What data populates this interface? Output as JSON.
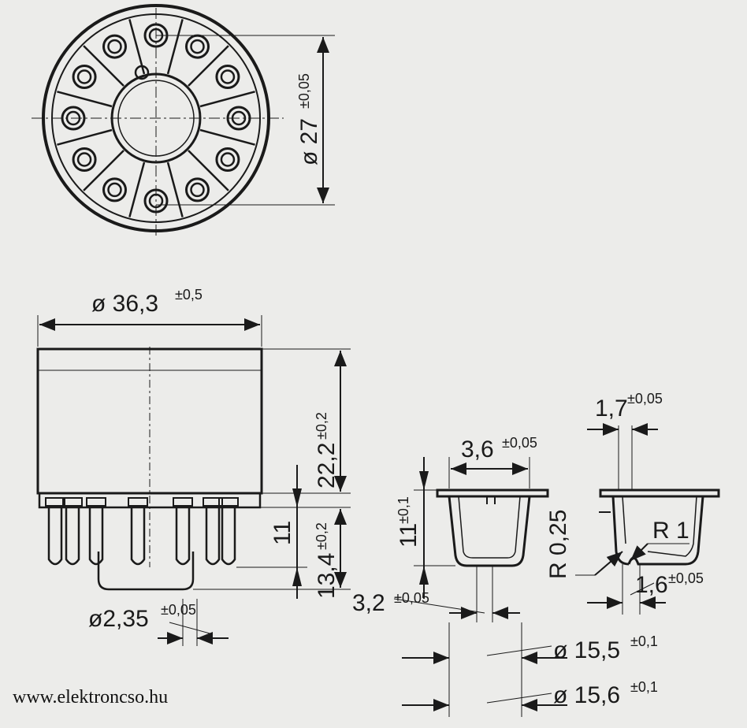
{
  "dimensions": {
    "top_view_diameter": {
      "main": "ø 27",
      "tol": "±0,05"
    },
    "body_diameter": {
      "main": "ø 36,3",
      "tol": "±0,5"
    },
    "body_height": {
      "main": "22,2",
      "tol": "±0,2"
    },
    "pin_length_total": {
      "main": "13,4",
      "tol": "±0,2"
    },
    "pin_length": {
      "main": "11",
      "tol": ""
    },
    "pin_diameter": {
      "main": "ø2,35",
      "tol": "±0,05"
    },
    "contact_width": {
      "main": "3,6",
      "tol": "±0,05"
    },
    "contact_depth": {
      "main": "11",
      "tol": "±0,1"
    },
    "contact_gap": {
      "main": "3,2",
      "tol": "±0,05"
    },
    "contact_slot": {
      "main": "1,7",
      "tol": "±0,05"
    },
    "contact_radius_small": {
      "main": "R 0,25",
      "tol": ""
    },
    "contact_radius": {
      "main": "R 1",
      "tol": ""
    },
    "contact_wall": {
      "main": "1,6",
      "tol": "±0,05"
    },
    "outer_diameter_a": {
      "main": "ø 15,5",
      "tol": "±0,1"
    },
    "outer_diameter_b": {
      "main": "ø 15,6",
      "tol": "±0,1"
    }
  },
  "footer": {
    "website": "www.elektroncso.hu"
  },
  "colors": {
    "ink": "#1a1a1a",
    "paper": "#ececea"
  }
}
